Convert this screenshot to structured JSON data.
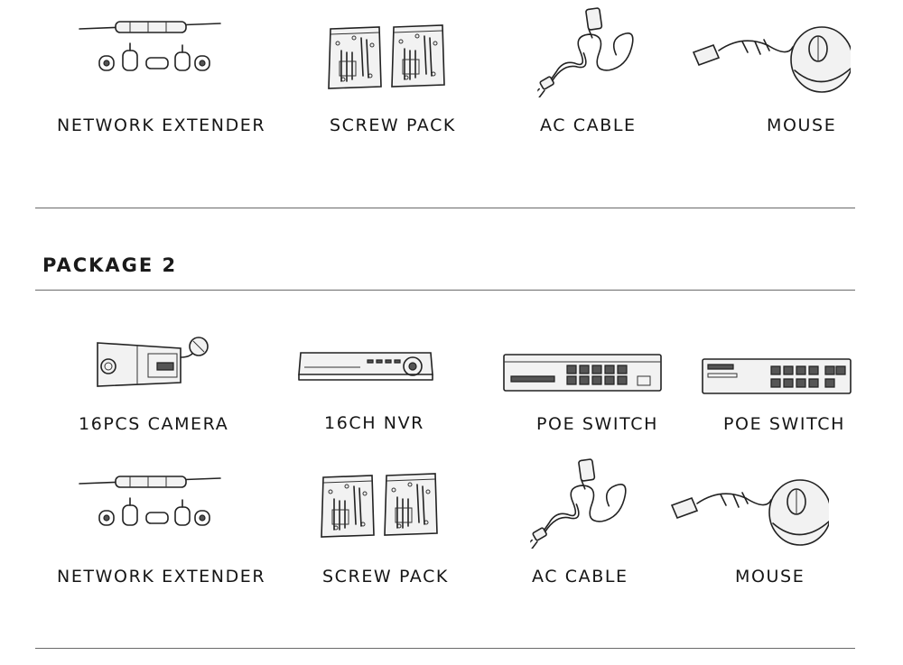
{
  "package1_items": [
    {
      "label": "NETWORK EXTENDER",
      "icon": "network-extender-icon"
    },
    {
      "label": "SCREW PACK",
      "icon": "screw-pack-icon"
    },
    {
      "label": "AC CABLE",
      "icon": "ac-cable-icon"
    },
    {
      "label": "MOUSE",
      "icon": "mouse-icon"
    }
  ],
  "package2": {
    "title": "PACKAGE 2",
    "row1": [
      {
        "label": "16PCS CAMERA",
        "icon": "bullet-camera-icon"
      },
      {
        "label": "16CH NVR",
        "icon": "nvr-icon"
      },
      {
        "label": "POE SWITCH",
        "icon": "poe-switch-large-icon"
      },
      {
        "label": "POE SWITCH",
        "icon": "poe-switch-small-icon"
      }
    ],
    "row2": [
      {
        "label": "NETWORK EXTENDER",
        "icon": "network-extender-icon"
      },
      {
        "label": "SCREW PACK",
        "icon": "screw-pack-icon"
      },
      {
        "label": "AC CABLE",
        "icon": "ac-cable-icon"
      },
      {
        "label": "MOUSE",
        "icon": "mouse-icon"
      }
    ]
  }
}
